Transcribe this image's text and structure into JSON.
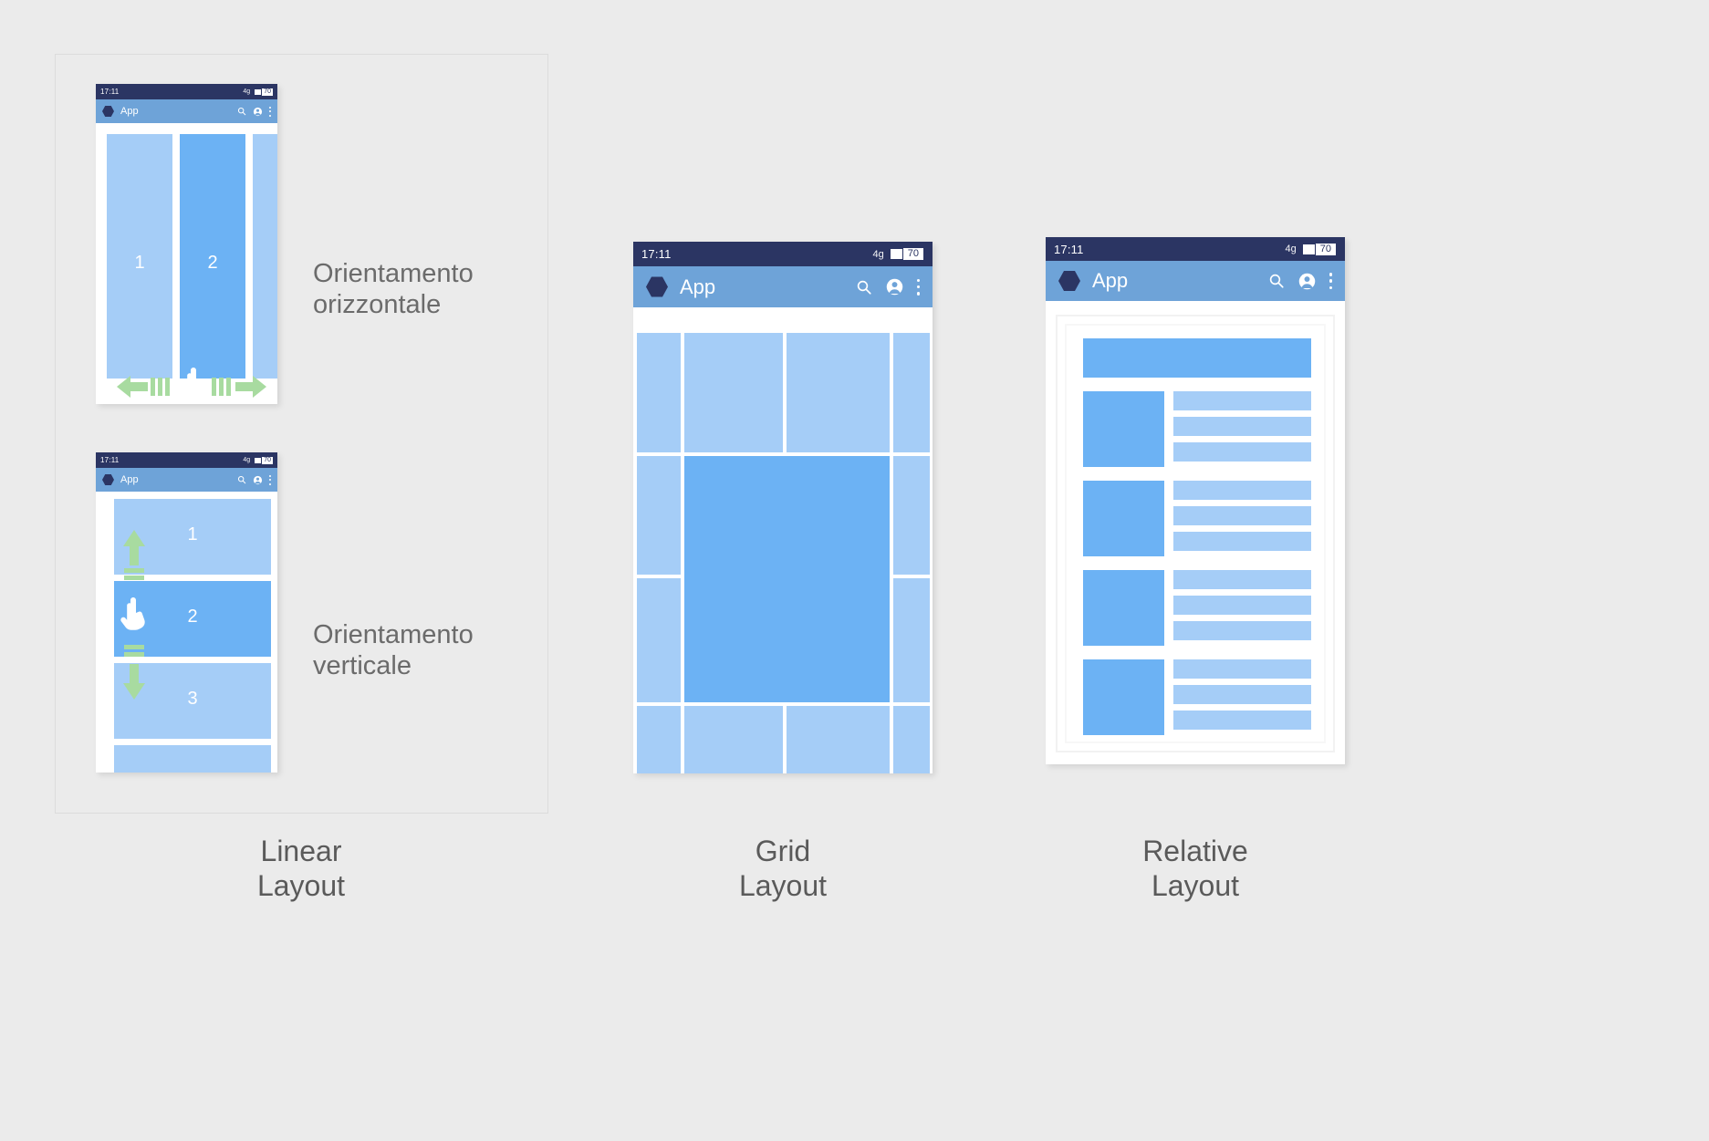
{
  "canvas": {
    "background": "#ebebeb"
  },
  "palette": {
    "status_bar": "#2b3563",
    "app_bar": "#6ea3d8",
    "tile_light": "#a5cdf7",
    "tile_dark": "#6cb2f4",
    "arrow_green": "#a8dba0",
    "text_grey": "#5a5a5a",
    "panel_border": "#dcdcdc"
  },
  "status_bar": {
    "time": "17:11",
    "network": "4g",
    "battery_level": "70"
  },
  "app_bar": {
    "title": "App",
    "icons": [
      "search-icon",
      "account-icon",
      "overflow-menu-icon"
    ]
  },
  "linear_layout": {
    "caption": "Linear\nLayout",
    "caption_line1": "Linear",
    "caption_line2": "Layout",
    "horizontal": {
      "label_line1": "Orientamento",
      "label_line2": "orizzontale",
      "blocks": [
        "1",
        "2",
        ""
      ],
      "arrows": [
        "arrow-left",
        "arrow-right"
      ],
      "pointer": "hand-pointer"
    },
    "vertical": {
      "label_line1": "Orientamento",
      "label_line2": "verticale",
      "blocks": [
        "1",
        "2",
        "3",
        ""
      ],
      "arrows": [
        "arrow-up",
        "arrow-down"
      ],
      "pointer": "hand-pointer"
    }
  },
  "grid_layout": {
    "caption_line1": "Grid",
    "caption_line2": "Layout",
    "tiles": [
      {
        "id": "r1c1",
        "tone": "light"
      },
      {
        "id": "r1c2",
        "tone": "light"
      },
      {
        "id": "r1c3",
        "tone": "light"
      },
      {
        "id": "r1c4",
        "tone": "light"
      },
      {
        "id": "r2c1",
        "tone": "light"
      },
      {
        "id": "center",
        "tone": "dark"
      },
      {
        "id": "r2c4",
        "tone": "light"
      },
      {
        "id": "r3c1",
        "tone": "light"
      },
      {
        "id": "r3c4",
        "tone": "light"
      },
      {
        "id": "r4c1",
        "tone": "light"
      },
      {
        "id": "r4c2",
        "tone": "light"
      },
      {
        "id": "r4c3",
        "tone": "light"
      },
      {
        "id": "r4c4",
        "tone": "light"
      }
    ]
  },
  "relative_layout": {
    "caption_line1": "Relative",
    "caption_line2": "Layout",
    "header_banner": {
      "tone": "dark"
    },
    "rows": [
      {
        "thumb": "dark",
        "lines": 3
      },
      {
        "thumb": "dark",
        "lines": 3
      },
      {
        "thumb": "dark",
        "lines": 3
      },
      {
        "thumb": "dark",
        "lines": 3
      }
    ]
  }
}
